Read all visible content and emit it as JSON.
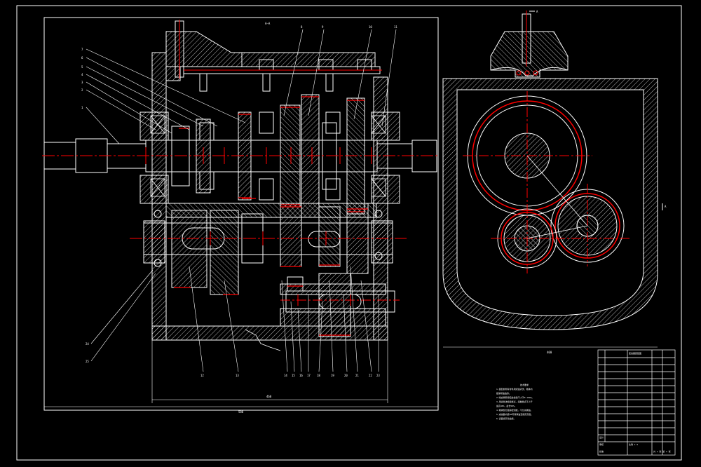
{
  "drawing": {
    "background": "#000000",
    "line_color": "#ffffff",
    "center_line_color": "#ff0000",
    "section_label_top": "A—A",
    "section_label_right": "A",
    "cut_marker_right": "A",
    "dimension_bottom_main": "580",
    "dimension_bottom_right": "400",
    "dimension_inner": "460"
  },
  "part_callouts_left": [
    "1",
    "2",
    "3",
    "4",
    "5",
    "6",
    "7"
  ],
  "part_callouts_top": [
    "8",
    "9",
    "10",
    "11"
  ],
  "part_callouts_bottom": [
    "12",
    "13",
    "14",
    "15",
    "16",
    "17",
    "18",
    "19",
    "20",
    "21",
    "22",
    "23"
  ],
  "part_callouts_lower_left": [
    "24",
    "25"
  ],
  "tech_requirements": {
    "title": "技术要求",
    "lines": [
      "1.装配前所有零件用煤油清洗，箱体内",
      "  壁涂耐油油漆。",
      "2.啮合侧隙用铅丝检验不小于0.16mm。",
      "3.用涂色法检验斑点，接触斑点不小于",
      "  齿高40%，齿长50%。",
      "4.箱体剖分面涂密封胶，不允许漏油。",
      "5.减速器内装50号润滑油至规定高度。",
      "6.表面涂灰色油漆。"
    ]
  },
  "title_block": {
    "rows": [
      "变速器装配图",
      "比例 1:1",
      "共 1 张 第 1 张",
      "设计",
      "审核",
      "批准"
    ],
    "drawing_name": "变速器装配图"
  }
}
